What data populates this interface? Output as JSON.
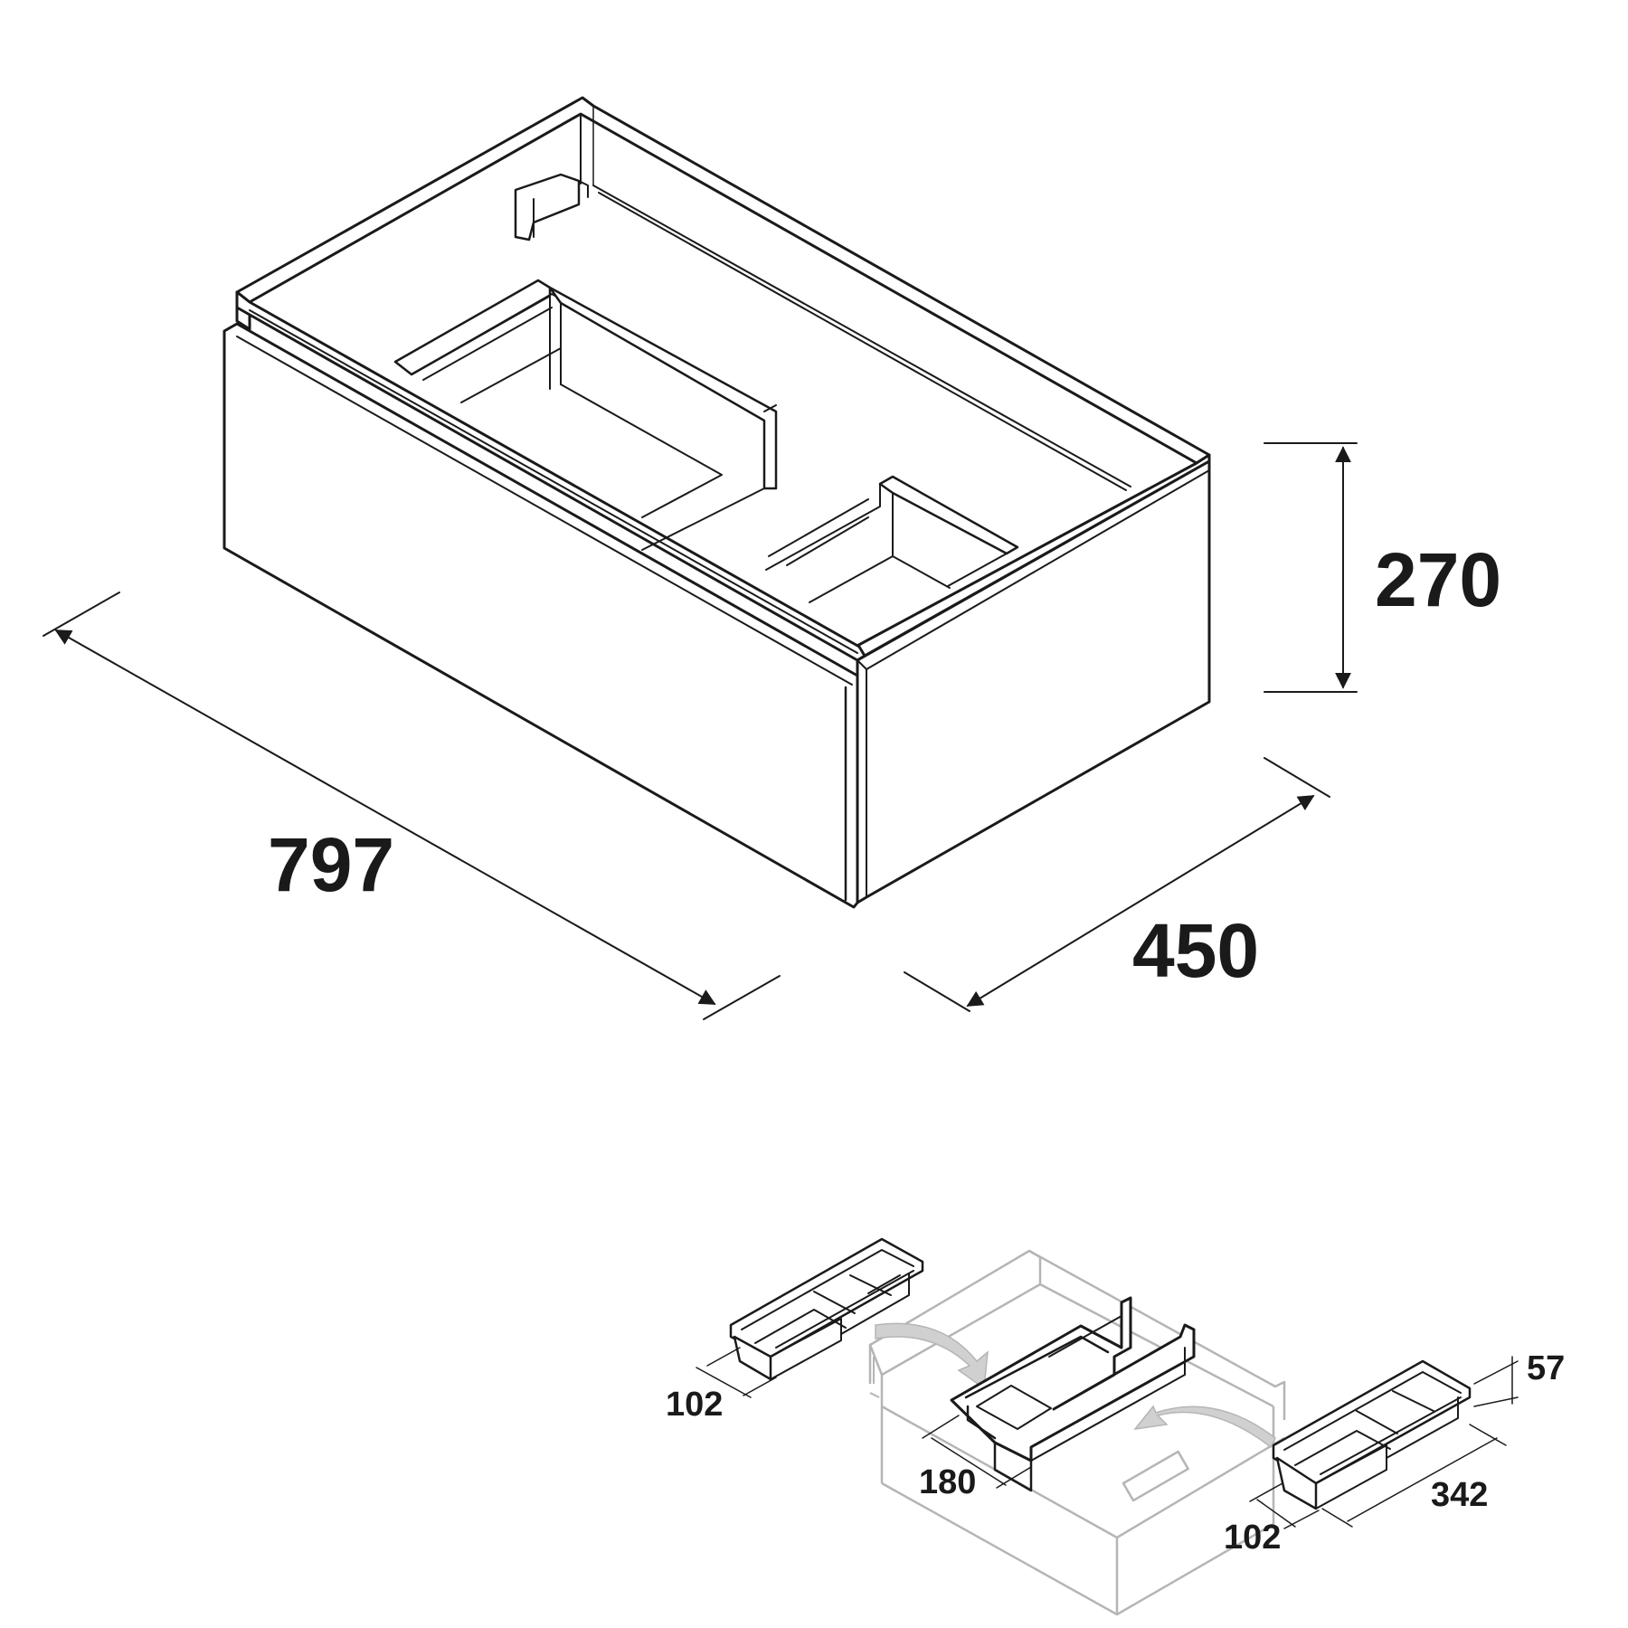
{
  "main_unit": {
    "dimensions": {
      "width": "797",
      "depth": "450",
      "height": "270"
    }
  },
  "organizer_inserts": {
    "left_tray_width": "102",
    "center_tray_width": "180",
    "right_tray_width": "102",
    "right_tray_length": "342",
    "right_tray_height": "57"
  },
  "colors": {
    "line": "#1a1a1a",
    "ghost": "#b5b5b5",
    "arrow": "#d0d0d0"
  }
}
